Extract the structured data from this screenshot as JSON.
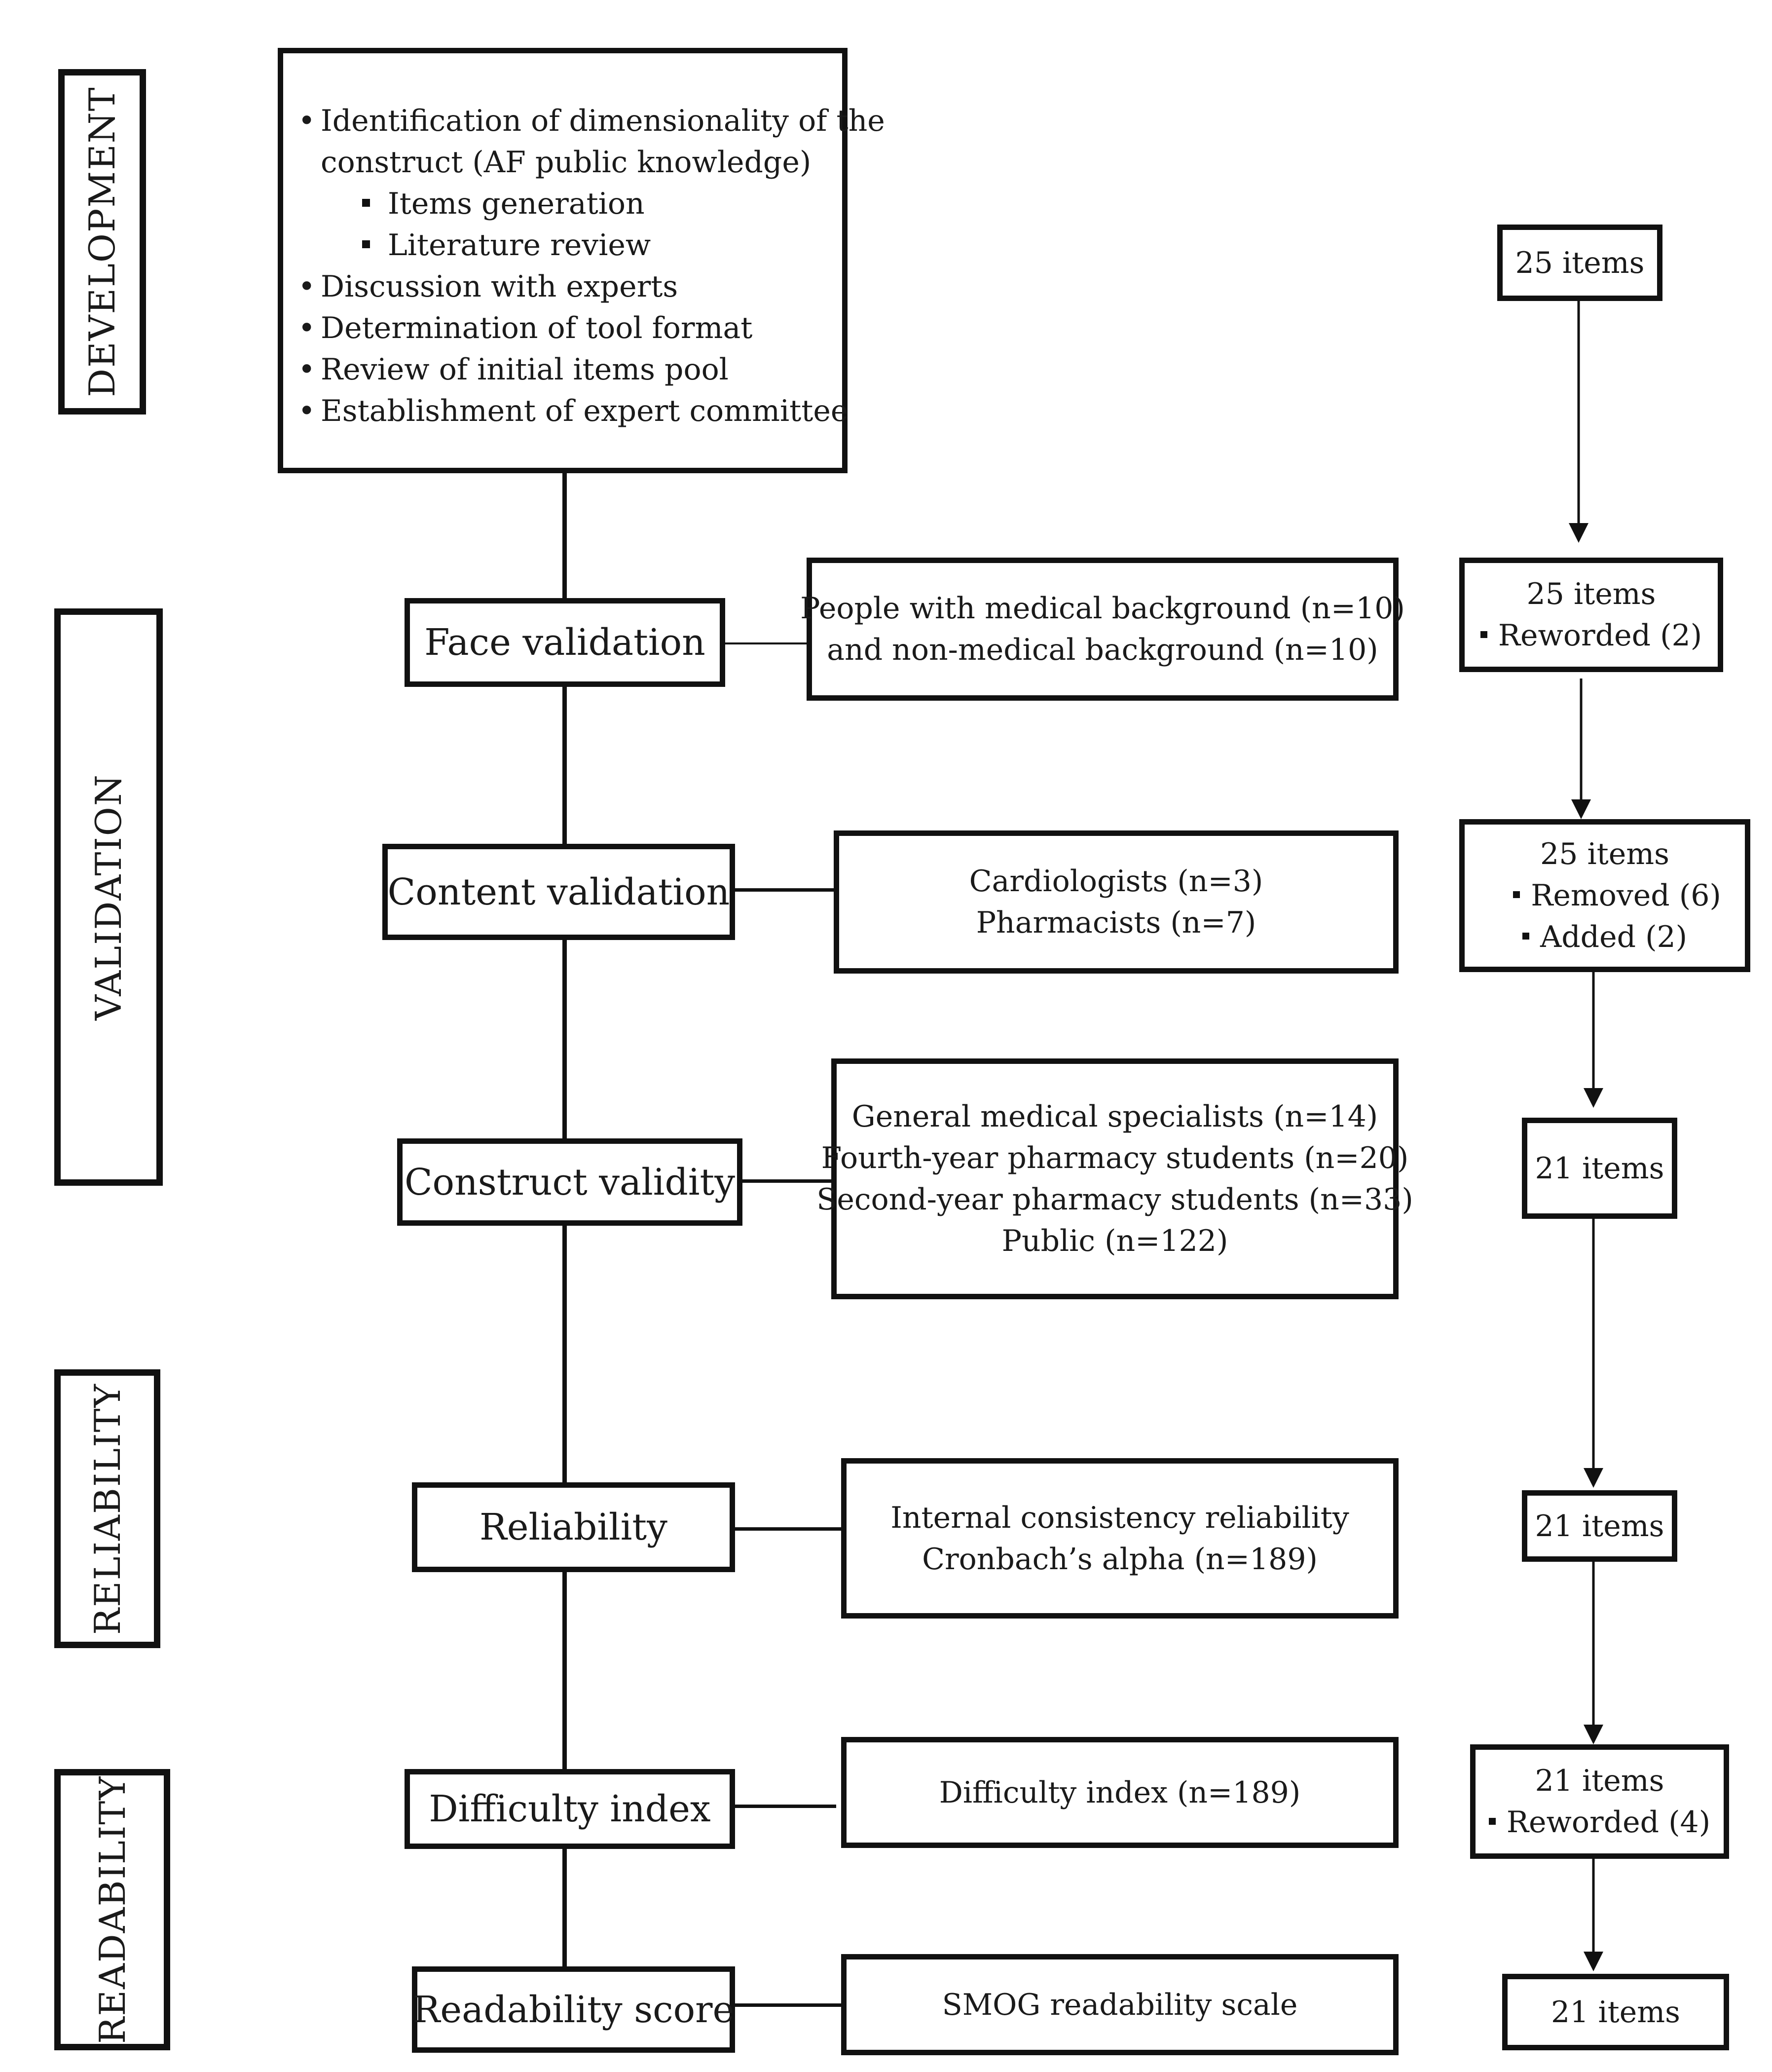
{
  "sections": {
    "development": "DEVELOPMENT",
    "validation": "VALIDATION",
    "reliability": "RELIABILITY",
    "readability": "READABILITY"
  },
  "development_box": {
    "items": [
      {
        "level": 1,
        "text": "Identification of dimensionality of the"
      },
      {
        "level": 1,
        "text": "construct (AF public knowledge)",
        "continuation": true
      },
      {
        "level": 2,
        "text": "Items generation"
      },
      {
        "level": 2,
        "text": "Literature review"
      },
      {
        "level": 1,
        "text": "Discussion with experts"
      },
      {
        "level": 1,
        "text": "Determination of tool format"
      },
      {
        "level": 1,
        "text": "Review of initial items pool"
      },
      {
        "level": 1,
        "text": "Establishment of expert committee"
      }
    ]
  },
  "stages": {
    "face": "Face validation",
    "content": "Content validation",
    "construct": "Construct validity",
    "reliability": "Reliability",
    "difficulty": "Difficulty index",
    "readability": "Readability score"
  },
  "details": {
    "face": [
      "People with medical background (n=10)",
      "and non-medical background (n=10)"
    ],
    "content": [
      "Cardiologists (n=3)",
      "Pharmacists (n=7)"
    ],
    "construct": [
      "General medical specialists (n=14)",
      "Fourth-year pharmacy students (n=20)",
      "Second-year pharmacy students (n=33)",
      "Public (n=122)"
    ],
    "reliability": [
      "Internal consistency reliability",
      "Cronbach’s alpha (n=189)"
    ],
    "difficulty": [
      "Difficulty index (n=189)"
    ],
    "readability": [
      "SMOG readability scale"
    ]
  },
  "item_counts": {
    "initial": {
      "title": "25 items"
    },
    "face": {
      "title": "25 items",
      "notes": [
        "Reworded (2)"
      ]
    },
    "content": {
      "title": "25 items",
      "notes": [
        "Removed (6)",
        "Added (2)"
      ]
    },
    "construct": {
      "title": "21 items"
    },
    "reliability": {
      "title": "21 items"
    },
    "difficulty": {
      "title": "21 items",
      "notes": [
        "Reworded (4)"
      ]
    },
    "readability": {
      "title": "21 items"
    }
  }
}
